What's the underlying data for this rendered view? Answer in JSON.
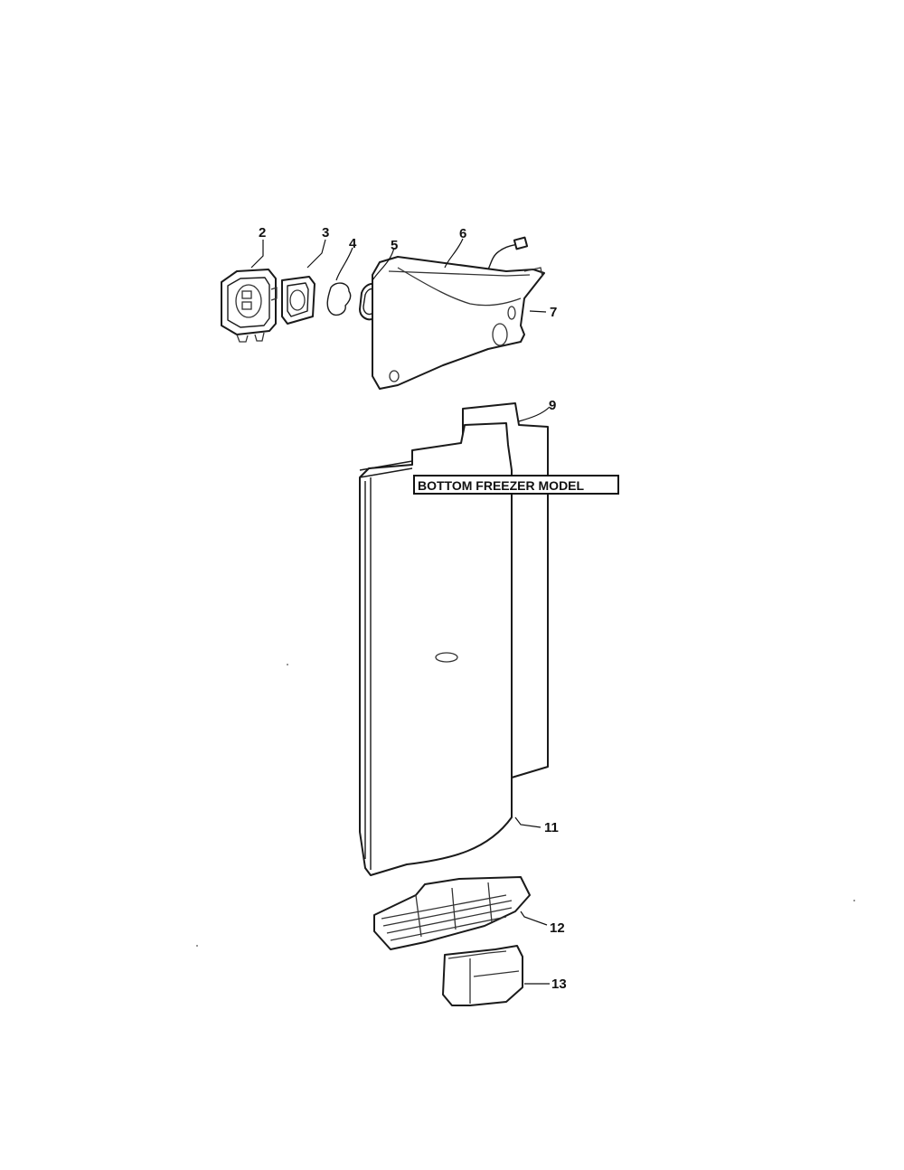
{
  "diagram": {
    "callouts": {
      "c2": "2",
      "c3": "3",
      "c4": "4",
      "c5": "5",
      "c6": "6",
      "c7": "7",
      "c9": "9",
      "c11": "11",
      "c12": "12",
      "c13": "13"
    },
    "model_label": "BOTTOM FREEZER MODEL"
  }
}
